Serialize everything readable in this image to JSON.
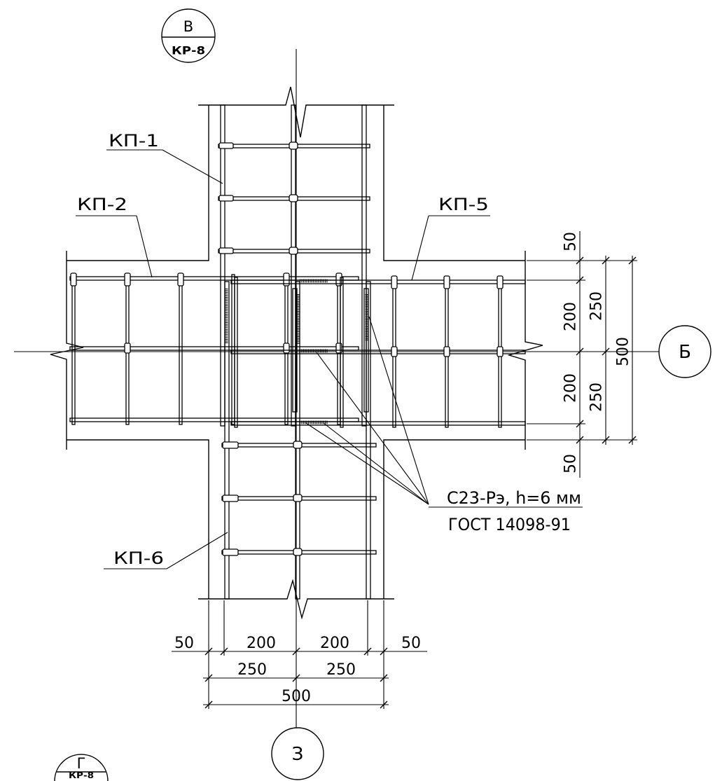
{
  "drawing": {
    "line_color": "#000000",
    "background": "#ffffff"
  },
  "section_marks": {
    "top": {
      "letter": "В",
      "sheet": "КР-8"
    },
    "bottom": {
      "letter": "Г",
      "sheet": "КР-8"
    }
  },
  "axes": {
    "horizontal": "Б",
    "vertical": "З"
  },
  "cages": {
    "kp1": "КП-1",
    "kp2": "КП-2",
    "kp5": "КП-5",
    "kp6": "КП-6"
  },
  "weld_note": {
    "type": "С23-Рэ, h=6 мм",
    "standard": "ГОСТ 14098-91"
  },
  "dimensions": {
    "right": {
      "chain": [
        50,
        200,
        200,
        50
      ],
      "halves": [
        250,
        250
      ],
      "total": 500
    },
    "bottom": {
      "chain": [
        50,
        200,
        200,
        50
      ],
      "halves": [
        250,
        250
      ],
      "total": 500
    }
  }
}
